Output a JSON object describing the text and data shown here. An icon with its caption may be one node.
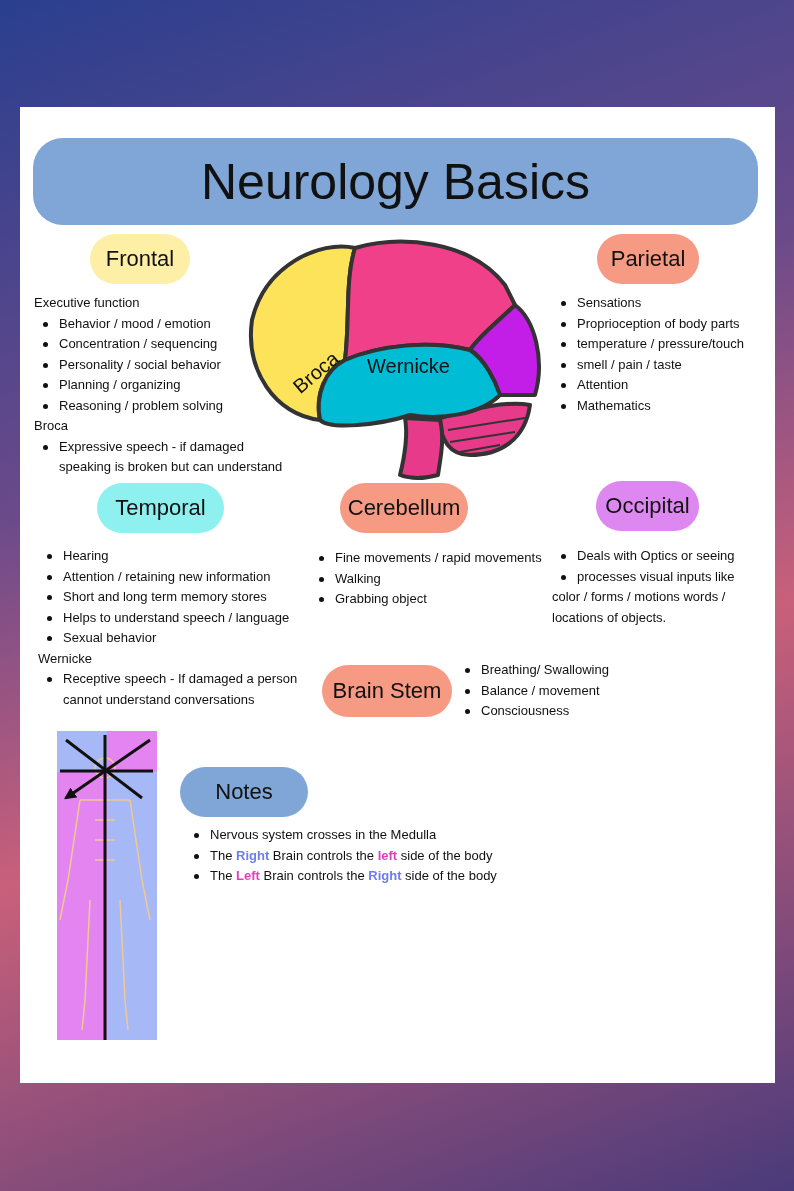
{
  "diagram": {
    "title": "Neurology Basics",
    "nodes": [
      {
        "text": [
          "Frontal"
        ],
        "beside": [
          "Executive function",
          "Behavior / mood / emotion",
          "Concentration / sequencing",
          "Personality / social behavior",
          "Planning / organizing",
          "Reasoning / problem solving",
          "Broca",
          "Expressive speech - if damaged speaking is broken but can understand"
        ]
      },
      {
        "text": [
          "Parietal"
        ],
        "beside": [
          "Sensations",
          "Proprioception of body parts",
          "temperature / pressure/touch",
          "smell / pain / taste",
          "Attention",
          "Mathematics"
        ]
      },
      {
        "text": [
          "Temporal"
        ],
        "beside": [
          "Hearing",
          "Attention / retaining new information",
          "Short and long term memory stores",
          "Helps to understand speech / language",
          "Sexual behavior",
          "Wernicke",
          "Receptive speech - If damaged a person cannot understand conversations"
        ]
      },
      {
        "text": [
          "Cerebellum"
        ],
        "beside": [
          "Fine movements / rapid movements",
          "Walking",
          "Grabbing object"
        ]
      },
      {
        "text": [
          "Occipital"
        ],
        "beside": [
          "Deals with Optics or seeing",
          "processes visual inputs like color / forms / motions words / locations of objects."
        ]
      },
      {
        "text": [
          "Brain Stem"
        ],
        "beside": [
          "Breathing/ Swallowing",
          "Balance / movement",
          "Consciousness"
        ]
      },
      {
        "text": [
          "Notes"
        ],
        "beside": [
          "Nervous system crosses  in the Medulla",
          "The **Right** Brain controls the **left** side of the body",
          "The **Left** Brain controls the **Right** side of the body"
        ]
      }
    ],
    "labels": [
      "Broca",
      "Wernicke"
    ]
  }
}
